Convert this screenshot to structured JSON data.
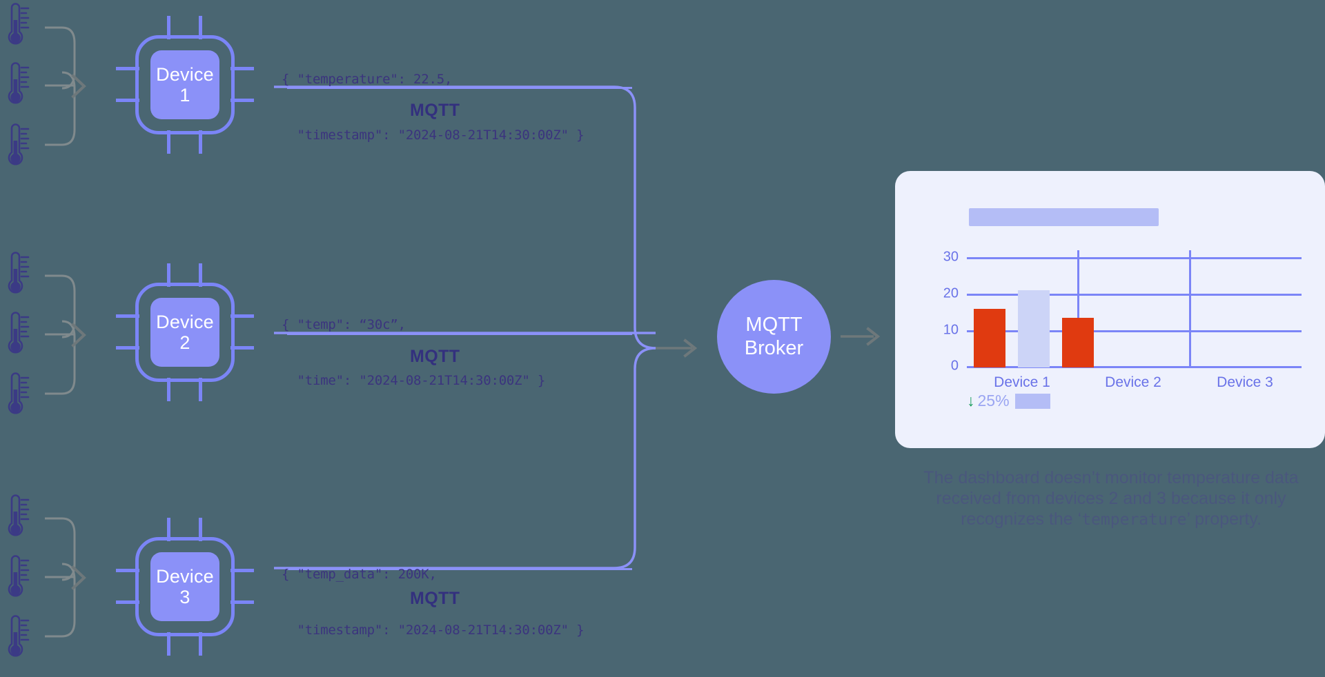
{
  "theme": {
    "background": "#4a6672",
    "accent_purple": "#8b91f8",
    "accent_purple_line": "#7b85f7",
    "text_indigo": "#3b347e",
    "card_background": "#eef1fd",
    "bar_red": "#e03a10",
    "bar_blue": "#ccd4f7",
    "delta_green": "#1a9e5e",
    "connector_gray": "#808a8d"
  },
  "sensors": {
    "icon": "thermometer-icon",
    "groups": [
      {
        "device": "Device 1",
        "count": 3
      },
      {
        "device": "Device 2",
        "count": 3
      },
      {
        "device": "Device 3",
        "count": 3
      }
    ]
  },
  "devices": [
    {
      "name_line1": "Device",
      "name_line2": "1",
      "protocol_label": "MQTT",
      "payload_line1": "{ \"temperature\": 22.5,",
      "payload_line2": "  \"timestamp\": \"2024-08-21T14:30:00Z\" }"
    },
    {
      "name_line1": "Device",
      "name_line2": "2",
      "protocol_label": "MQTT",
      "payload_line1": "{ \"temp\": “30c”,",
      "payload_line2": "  \"time\": \"2024-08-21T14:30:00Z\" }"
    },
    {
      "name_line1": "Device",
      "name_line2": "3",
      "protocol_label": "MQTT",
      "payload_line1": "{ \"temp_data\": 200K,",
      "payload_line2": "  \"timestamp\": \"2024-08-21T14:30:00Z\" }"
    }
  ],
  "broker": {
    "line1": "MQTT",
    "line2": "Broker"
  },
  "dashboard": {
    "title_placeholder": "",
    "delta": {
      "arrow": "↓",
      "value": "25%"
    }
  },
  "chart_data": {
    "type": "bar",
    "title": "",
    "xlabel": "",
    "ylabel": "",
    "categories": [
      "Device 1",
      "Device 2",
      "Device 3"
    ],
    "ticks": [
      30,
      20,
      10,
      0
    ],
    "ylim": [
      0,
      32
    ],
    "grid": true,
    "legend": "none",
    "series": [
      {
        "name": "series-1",
        "color": "#e03a10",
        "values": [
          16,
          null,
          null
        ]
      },
      {
        "name": "series-2",
        "color": "#ccd4f7",
        "values": [
          21,
          null,
          null
        ]
      },
      {
        "name": "series-3",
        "color": "#e03a10",
        "values": [
          13.5,
          null,
          null
        ]
      }
    ]
  },
  "caption": {
    "part1": "The dashboard doesn’t monitor temperature data received from devices 2 and 3 because it only recognizes the ‘",
    "code": "temperature",
    "part2": "’ property."
  }
}
